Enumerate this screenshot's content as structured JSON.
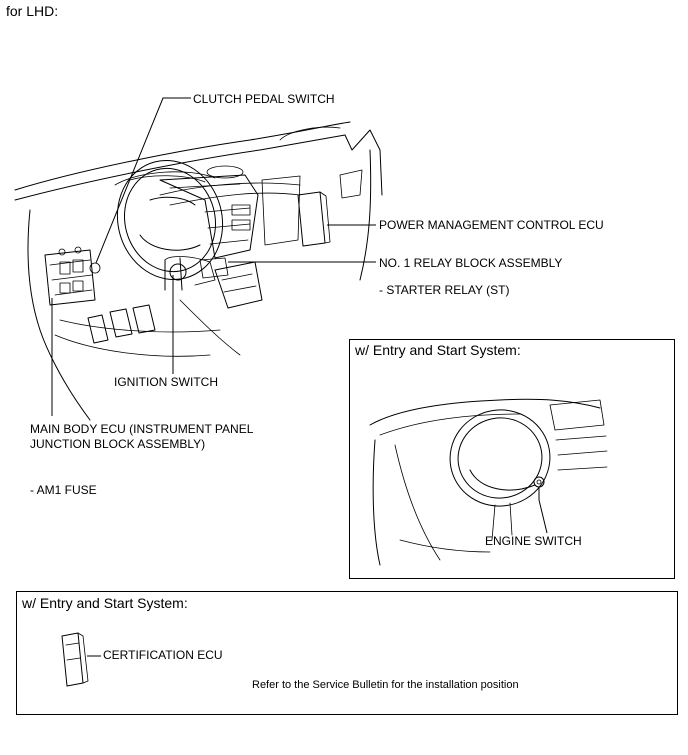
{
  "heading": "for LHD:",
  "labels": {
    "clutch_pedal_switch": "CLUTCH PEDAL SWITCH",
    "power_management_ecu": "POWER MANAGEMENT CONTROL ECU",
    "relay_block": "NO. 1 RELAY BLOCK ASSEMBLY",
    "starter_relay": "- STARTER RELAY (ST)",
    "ignition_switch": "IGNITION SWITCH",
    "main_body_ecu": "MAIN BODY ECU (INSTRUMENT PANEL JUNCTION BLOCK ASSEMBLY)",
    "am1_fuse": "- AM1 FUSE"
  },
  "inset_entry_start": {
    "title": "w/ Entry and Start System:",
    "engine_switch": "ENGINE SWITCH"
  },
  "bottom_box": {
    "title": "w/ Entry and Start System:",
    "certification_ecu": "CERTIFICATION ECU",
    "note": "Refer to the Service Bulletin for the installation position"
  }
}
